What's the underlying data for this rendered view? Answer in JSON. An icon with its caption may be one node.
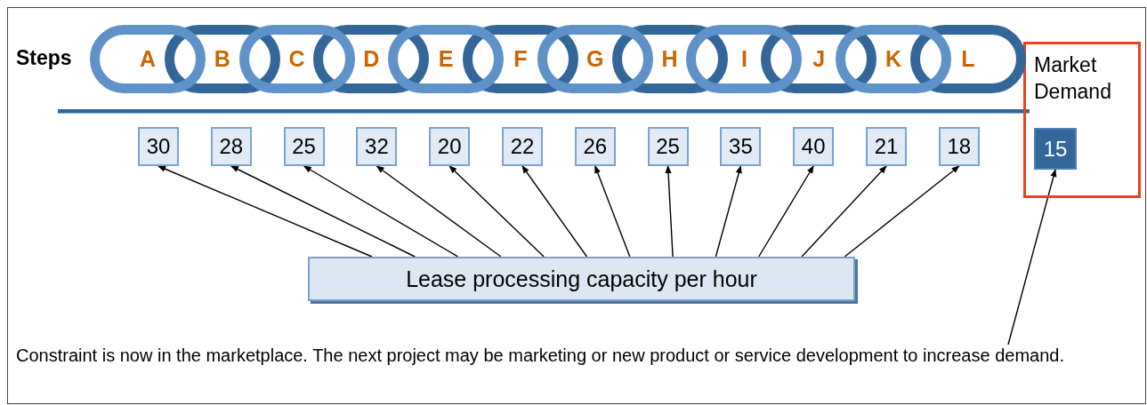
{
  "diagram": {
    "nodes": [
      {
        "text": [
          "A"
        ]
      },
      {
        "text": [
          "B"
        ]
      },
      {
        "text": [
          "C"
        ]
      },
      {
        "text": [
          "D"
        ]
      },
      {
        "text": [
          "E"
        ]
      },
      {
        "text": [
          "F"
        ]
      },
      {
        "text": [
          "G"
        ]
      },
      {
        "text": [
          "H"
        ]
      },
      {
        "text": [
          "I"
        ]
      },
      {
        "text": [
          "J"
        ]
      },
      {
        "text": [
          "K"
        ]
      },
      {
        "text": [
          "L"
        ]
      },
      {
        "text": [
          "Market Demand"
        ]
      },
      {
        "text": [
          "30"
        ]
      },
      {
        "text": [
          "28"
        ]
      },
      {
        "text": [
          "25"
        ]
      },
      {
        "text": [
          "32"
        ]
      },
      {
        "text": [
          "20"
        ]
      },
      {
        "text": [
          "22"
        ]
      },
      {
        "text": [
          "26"
        ]
      },
      {
        "text": [
          "25"
        ]
      },
      {
        "text": [
          "35"
        ]
      },
      {
        "text": [
          "40"
        ]
      },
      {
        "text": [
          "21"
        ]
      },
      {
        "text": [
          "18"
        ]
      },
      {
        "text": [
          "15"
        ],
        "in": 12
      },
      {
        "text": [
          "Lease processing capacity per hour"
        ]
      },
      {
        "text": [
          "Constraint is now in the marketplace. The next project may be marketing or new product or service development to increase demand."
        ]
      }
    ],
    "edges": [
      {
        "from": 26,
        "to": 13,
        "arrow": "to"
      },
      {
        "from": 26,
        "to": 14,
        "arrow": "to"
      },
      {
        "from": 26,
        "to": 15,
        "arrow": "to"
      },
      {
        "from": 26,
        "to": 16,
        "arrow": "to"
      },
      {
        "from": 26,
        "to": 17,
        "arrow": "to"
      },
      {
        "from": 26,
        "to": 18,
        "arrow": "to"
      },
      {
        "from": 26,
        "to": 19,
        "arrow": "to"
      },
      {
        "from": 26,
        "to": 20,
        "arrow": "to"
      },
      {
        "from": 26,
        "to": 21,
        "arrow": "to"
      },
      {
        "from": 26,
        "to": 22,
        "arrow": "to"
      },
      {
        "from": 26,
        "to": 23,
        "arrow": "to"
      },
      {
        "from": 26,
        "to": 24,
        "arrow": "to"
      },
      {
        "from": 27,
        "to": 25,
        "arrow": "to"
      }
    ],
    "labels": [
      "Steps"
    ]
  }
}
